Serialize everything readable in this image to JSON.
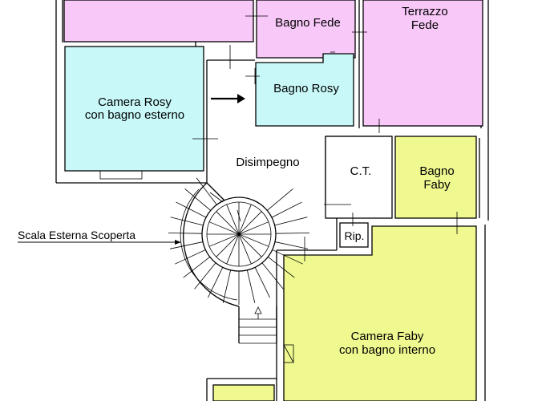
{
  "rooms": {
    "bagno_fede": "Bagno Fede",
    "terrazzo_fede": [
      "Terrazzo",
      "Fede"
    ],
    "bagno_rosy": "Bagno Rosy",
    "camera_rosy": [
      "Camera Rosy",
      "con bagno esterno"
    ],
    "disimpegno": "Disimpegno",
    "ct": "C.T.",
    "bagno_faby": [
      "Bagno",
      "Faby"
    ],
    "rip": "Rip.",
    "camera_faby": [
      "Camera Faby",
      "con bagno interno"
    ]
  },
  "annotations": {
    "scala": "Scala Esterna Scoperta"
  },
  "colors": {
    "pink": "#f8c8f8",
    "cyan": "#c8f8f8",
    "yellow": "#f0f890",
    "wall": "#000000"
  }
}
